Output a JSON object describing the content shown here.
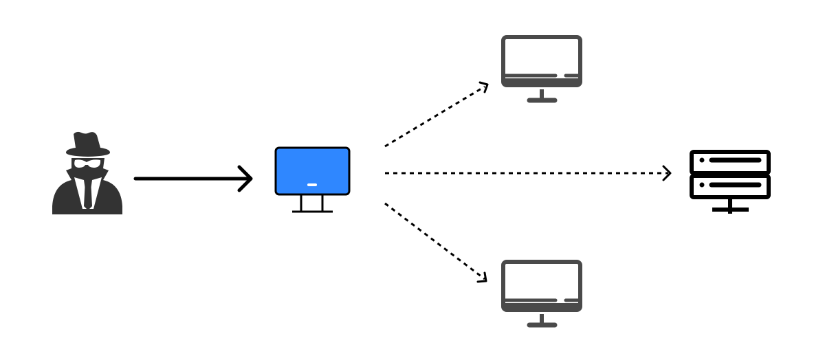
{
  "diagram": {
    "nodes": [
      {
        "id": "attacker",
        "icon": "spy-icon",
        "color": "#333333"
      },
      {
        "id": "compromised-host",
        "icon": "monitor-icon",
        "color": "#2f87ff"
      },
      {
        "id": "target-host-top",
        "icon": "monitor-icon",
        "color": "#4a4a4a"
      },
      {
        "id": "target-server",
        "icon": "server-icon",
        "color": "#000000"
      },
      {
        "id": "target-host-bottom",
        "icon": "monitor-icon",
        "color": "#4a4a4a"
      }
    ],
    "edges": [
      {
        "from": "attacker",
        "to": "compromised-host",
        "style": "solid"
      },
      {
        "from": "compromised-host",
        "to": "target-host-top",
        "style": "dashed"
      },
      {
        "from": "compromised-host",
        "to": "target-server",
        "style": "dashed"
      },
      {
        "from": "compromised-host",
        "to": "target-host-bottom",
        "style": "dashed"
      }
    ]
  }
}
